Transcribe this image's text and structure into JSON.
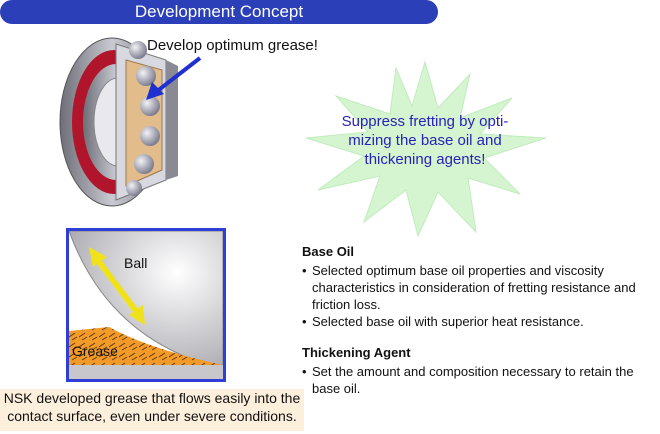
{
  "title": "Development Concept",
  "bearing": {
    "label": "Develop optimum grease!"
  },
  "burst": {
    "lines": [
      "Suppress fretting by opti-",
      "mizing the base oil and",
      "thickening agents!"
    ],
    "color": "#2a22b8"
  },
  "contact_diagram": {
    "ball_label": "Ball",
    "grease_label": "Grease"
  },
  "caption": {
    "line1": "NSK developed grease that flows easily into the",
    "line2": "contact surface, even under severe conditions."
  },
  "base_oil": {
    "heading": "Base Oil",
    "items": [
      "Selected optimum base oil properties and viscosity characteristics in consideration of fretting resistance and friction loss.",
      "Selected base oil with superior heat resistance."
    ]
  },
  "thickening_agent": {
    "heading": "Thickening Agent",
    "items": [
      "Set the amount and composition necessary to retain the base oil."
    ]
  },
  "colors": {
    "title_bar": "#2a3fb8",
    "burst_fill": "#d4f5d0",
    "grease": "#f39a28",
    "box_border": "#2f3fd6",
    "bearing_red": "#b0152b"
  }
}
